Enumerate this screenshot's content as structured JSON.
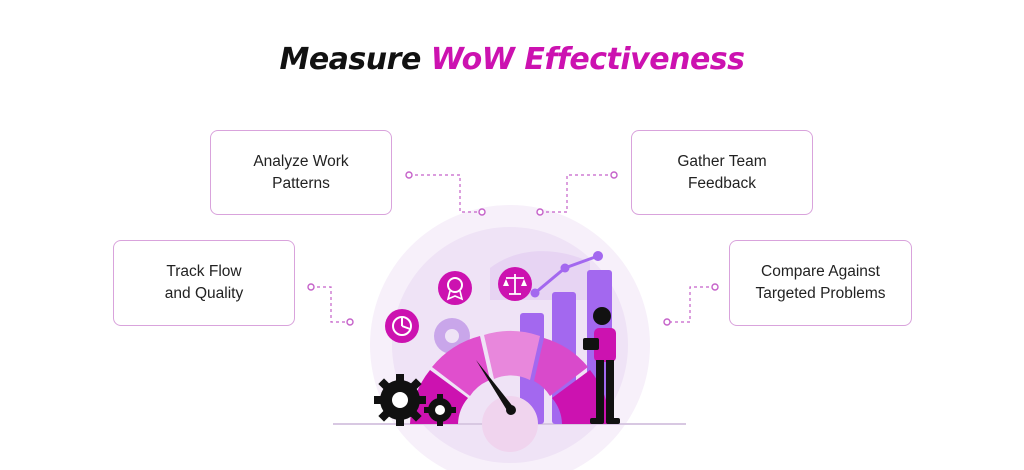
{
  "title": {
    "part1": "Measure ",
    "part2": "WoW Effectiveness"
  },
  "cards": {
    "analyze": "Analyze Work\nPatterns",
    "track": "Track Flow\nand Quality",
    "gather": "Gather Team\nFeedback",
    "compare": "Compare Against\nTargeted Problems"
  },
  "colors": {
    "accent": "#cc12b0",
    "card_border": "#d9a3dc",
    "connector": "#c561c9",
    "circle_bg": "#f4ecf8",
    "bars": "#a368ef",
    "dark": "#111111"
  },
  "icons": [
    "pie-chart-icon",
    "award-badge-icon",
    "scale-icon",
    "gear-icon",
    "trend-line-icon",
    "gauge-needle-icon"
  ]
}
